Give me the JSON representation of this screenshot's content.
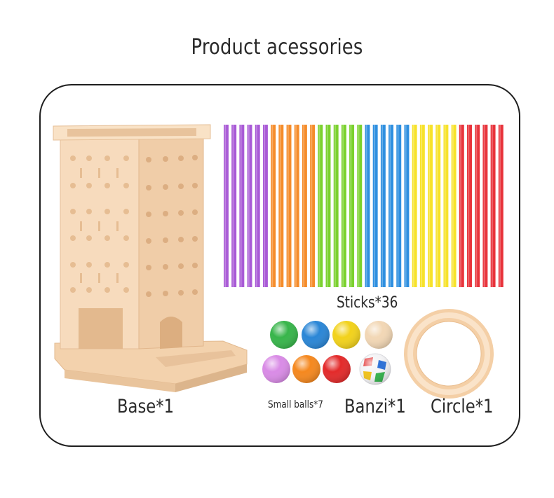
{
  "page": {
    "title": "Product acessories"
  },
  "items": {
    "base": {
      "label": "Base*1",
      "color": "#f7d9b8"
    },
    "sticks": {
      "label": "Sticks*36",
      "colors": [
        "#a95ad6",
        "#f58c2a",
        "#7bd12e",
        "#2e8fe0",
        "#f7e22a",
        "#e8333b"
      ]
    },
    "small_balls": {
      "label": "Small balls*7",
      "colors": [
        "#37b54a",
        "#2a86d6",
        "#f2d21b",
        "#f2d7b5",
        "#d98be6",
        "#f5881e",
        "#e32a2a"
      ]
    },
    "banzi": {
      "label": "Banzi*1"
    },
    "circle": {
      "label": "Circle*1",
      "color": "#f7dcb9"
    }
  }
}
